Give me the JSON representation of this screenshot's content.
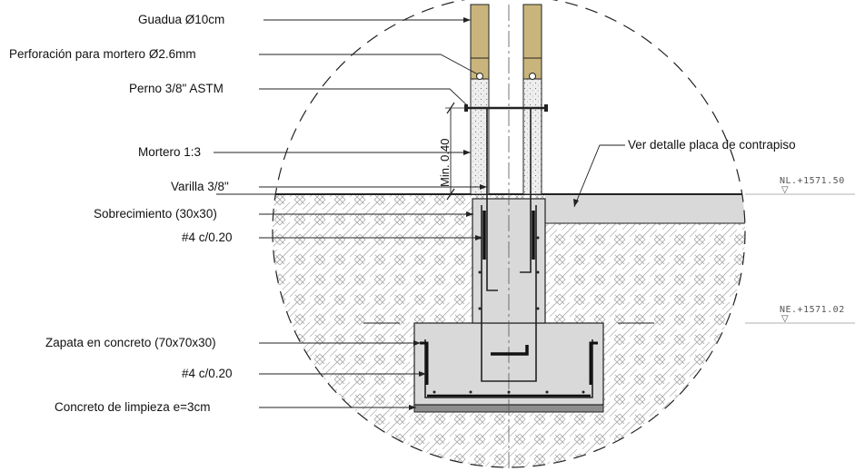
{
  "labels": {
    "guadua": "Guadua  Ø10cm",
    "perforacion": "Perforación para mortero Ø2.6mm",
    "perno": "Perno 3/8\" ASTM",
    "mortero": "Mortero 1:3",
    "varilla": "Varilla 3/8\"",
    "sobrecimiento": "Sobrecimiento (30x30)",
    "ref_4_upper": "#4 c/0.20",
    "zapata": "Zapata en concreto (70x70x30)",
    "ref_4_lower": "#4 c/0.20",
    "concreto_limpieza": "Concreto de limpieza e=3cm",
    "detalle_placa": "Ver detalle placa de contrapiso"
  },
  "dimension": {
    "min_height": "Min. 0.40"
  },
  "levels": {
    "upper": "NL.+1571.50",
    "lower": "NE.+1571.02"
  },
  "colors": {
    "guadua": "#c9b57c",
    "concrete": "#d9d9d9",
    "mortar": "#eeeeee",
    "soil_hatch": "#a8a8a8",
    "line": "#222222",
    "lean_concrete": "#8c8c8c"
  }
}
